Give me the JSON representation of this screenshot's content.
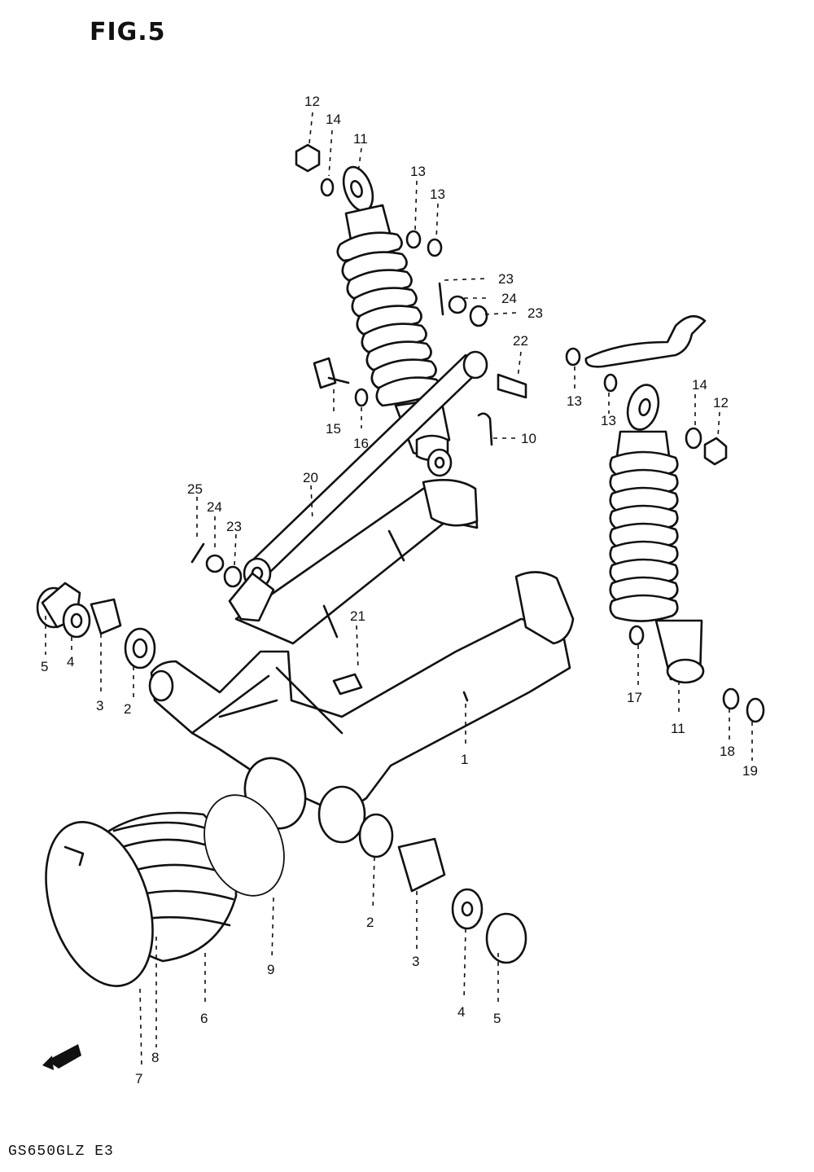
{
  "figure": {
    "title": "FIG.5",
    "model_code": "GS650GLZ E3"
  },
  "callouts": [
    {
      "id": "c12a",
      "label": "12"
    },
    {
      "id": "c14a",
      "label": "14"
    },
    {
      "id": "c11a",
      "label": "11"
    },
    {
      "id": "c13a",
      "label": "13"
    },
    {
      "id": "c13b",
      "label": "13"
    },
    {
      "id": "c23a",
      "label": "23"
    },
    {
      "id": "c24a",
      "label": "24"
    },
    {
      "id": "c23b",
      "label": "23"
    },
    {
      "id": "c22",
      "label": "22"
    },
    {
      "id": "c13c",
      "label": "13"
    },
    {
      "id": "c13d",
      "label": "13"
    },
    {
      "id": "c14b",
      "label": "14"
    },
    {
      "id": "c12b",
      "label": "12"
    },
    {
      "id": "c15",
      "label": "15"
    },
    {
      "id": "c16",
      "label": "16"
    },
    {
      "id": "c10",
      "label": "10"
    },
    {
      "id": "c20",
      "label": "20"
    },
    {
      "id": "c25",
      "label": "25"
    },
    {
      "id": "c24b",
      "label": "24"
    },
    {
      "id": "c23c",
      "label": "23"
    },
    {
      "id": "c5a",
      "label": "5"
    },
    {
      "id": "c4a",
      "label": "4"
    },
    {
      "id": "c3a",
      "label": "3"
    },
    {
      "id": "c2a",
      "label": "2"
    },
    {
      "id": "c21",
      "label": "21"
    },
    {
      "id": "c1",
      "label": "1"
    },
    {
      "id": "c17",
      "label": "17"
    },
    {
      "id": "c11b",
      "label": "11"
    },
    {
      "id": "c18",
      "label": "18"
    },
    {
      "id": "c19",
      "label": "19"
    },
    {
      "id": "c2b",
      "label": "2"
    },
    {
      "id": "c3b",
      "label": "3"
    },
    {
      "id": "c4b",
      "label": "4"
    },
    {
      "id": "c5b",
      "label": "5"
    },
    {
      "id": "c9",
      "label": "9"
    },
    {
      "id": "c6",
      "label": "6"
    },
    {
      "id": "c8",
      "label": "8"
    },
    {
      "id": "c7",
      "label": "7"
    }
  ]
}
